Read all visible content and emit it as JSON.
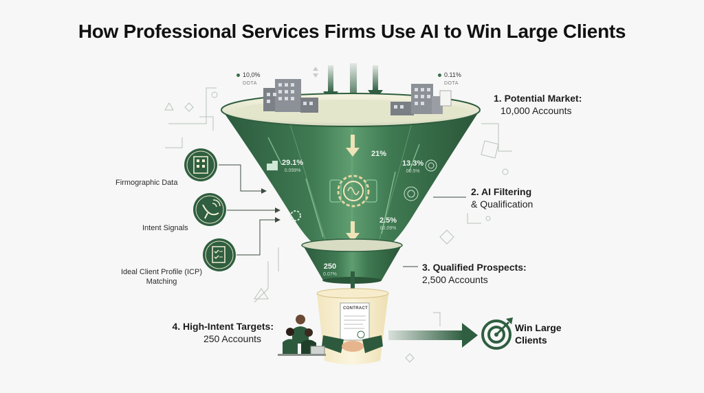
{
  "title": "How Professional Services Firms Use AI to Win Large Clients",
  "stages": {
    "s1_line1": "1. Potential Market:",
    "s1_line2": "10,000 Accounts",
    "s2_line1": "2. AI Filtering",
    "s2_line2": "& Qualification",
    "s3_line1": "3. Qualified Prospects:",
    "s3_line2": "2,500 Accounts",
    "s4_line1": "4. High-Intent Targets:",
    "s4_line2": "250 Accounts"
  },
  "inputs": {
    "firmographic": "Firmographic Data",
    "intent": "Intent Signals",
    "icp_line1": "Ideal Client Profile (ICP)",
    "icp_line2": "Matching"
  },
  "top_stats": {
    "left_value": "10,0%",
    "left_sub": "DOTA",
    "right_value": "0.11%",
    "right_sub": "DOTA"
  },
  "funnel_stats": {
    "a_big": "29.1%",
    "a_small": "0.099%",
    "b_big": "21%",
    "c_big": "13.3%",
    "c_small": "00.5%",
    "d_big": "2.5%",
    "d_small": "00.09%",
    "e_big": "250",
    "e_small": "0.07%"
  },
  "contract_label": "CONTRACT",
  "outcome": {
    "line1": "Win Large",
    "line2": "Clients"
  },
  "colors": {
    "funnel_dark": "#2f5e40",
    "funnel_mid": "#4a8a5e",
    "funnel_light": "#7fb892",
    "accent": "#3b6e4d",
    "rim": "#e9ecd8"
  }
}
